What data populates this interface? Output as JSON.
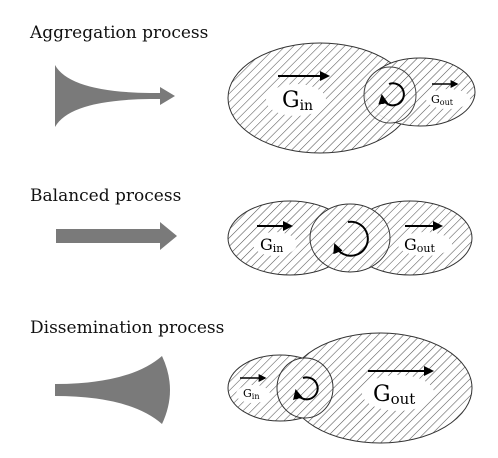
{
  "rows": [
    {
      "title": "Aggregation process",
      "in_label": "G",
      "in_sub": "in",
      "out_label": "G",
      "out_sub": "out"
    },
    {
      "title": "Balanced process",
      "in_label": "G",
      "in_sub": "in",
      "out_label": "G",
      "out_sub": "out"
    },
    {
      "title": "Dissemination process",
      "in_label": "G",
      "in_sub": "in",
      "out_label": "G",
      "out_sub": "out"
    }
  ],
  "colors": {
    "shape_fill": "#7a7a7a",
    "hatch": "#555555",
    "outline": "#333333",
    "label_bg": "#ffffff"
  }
}
